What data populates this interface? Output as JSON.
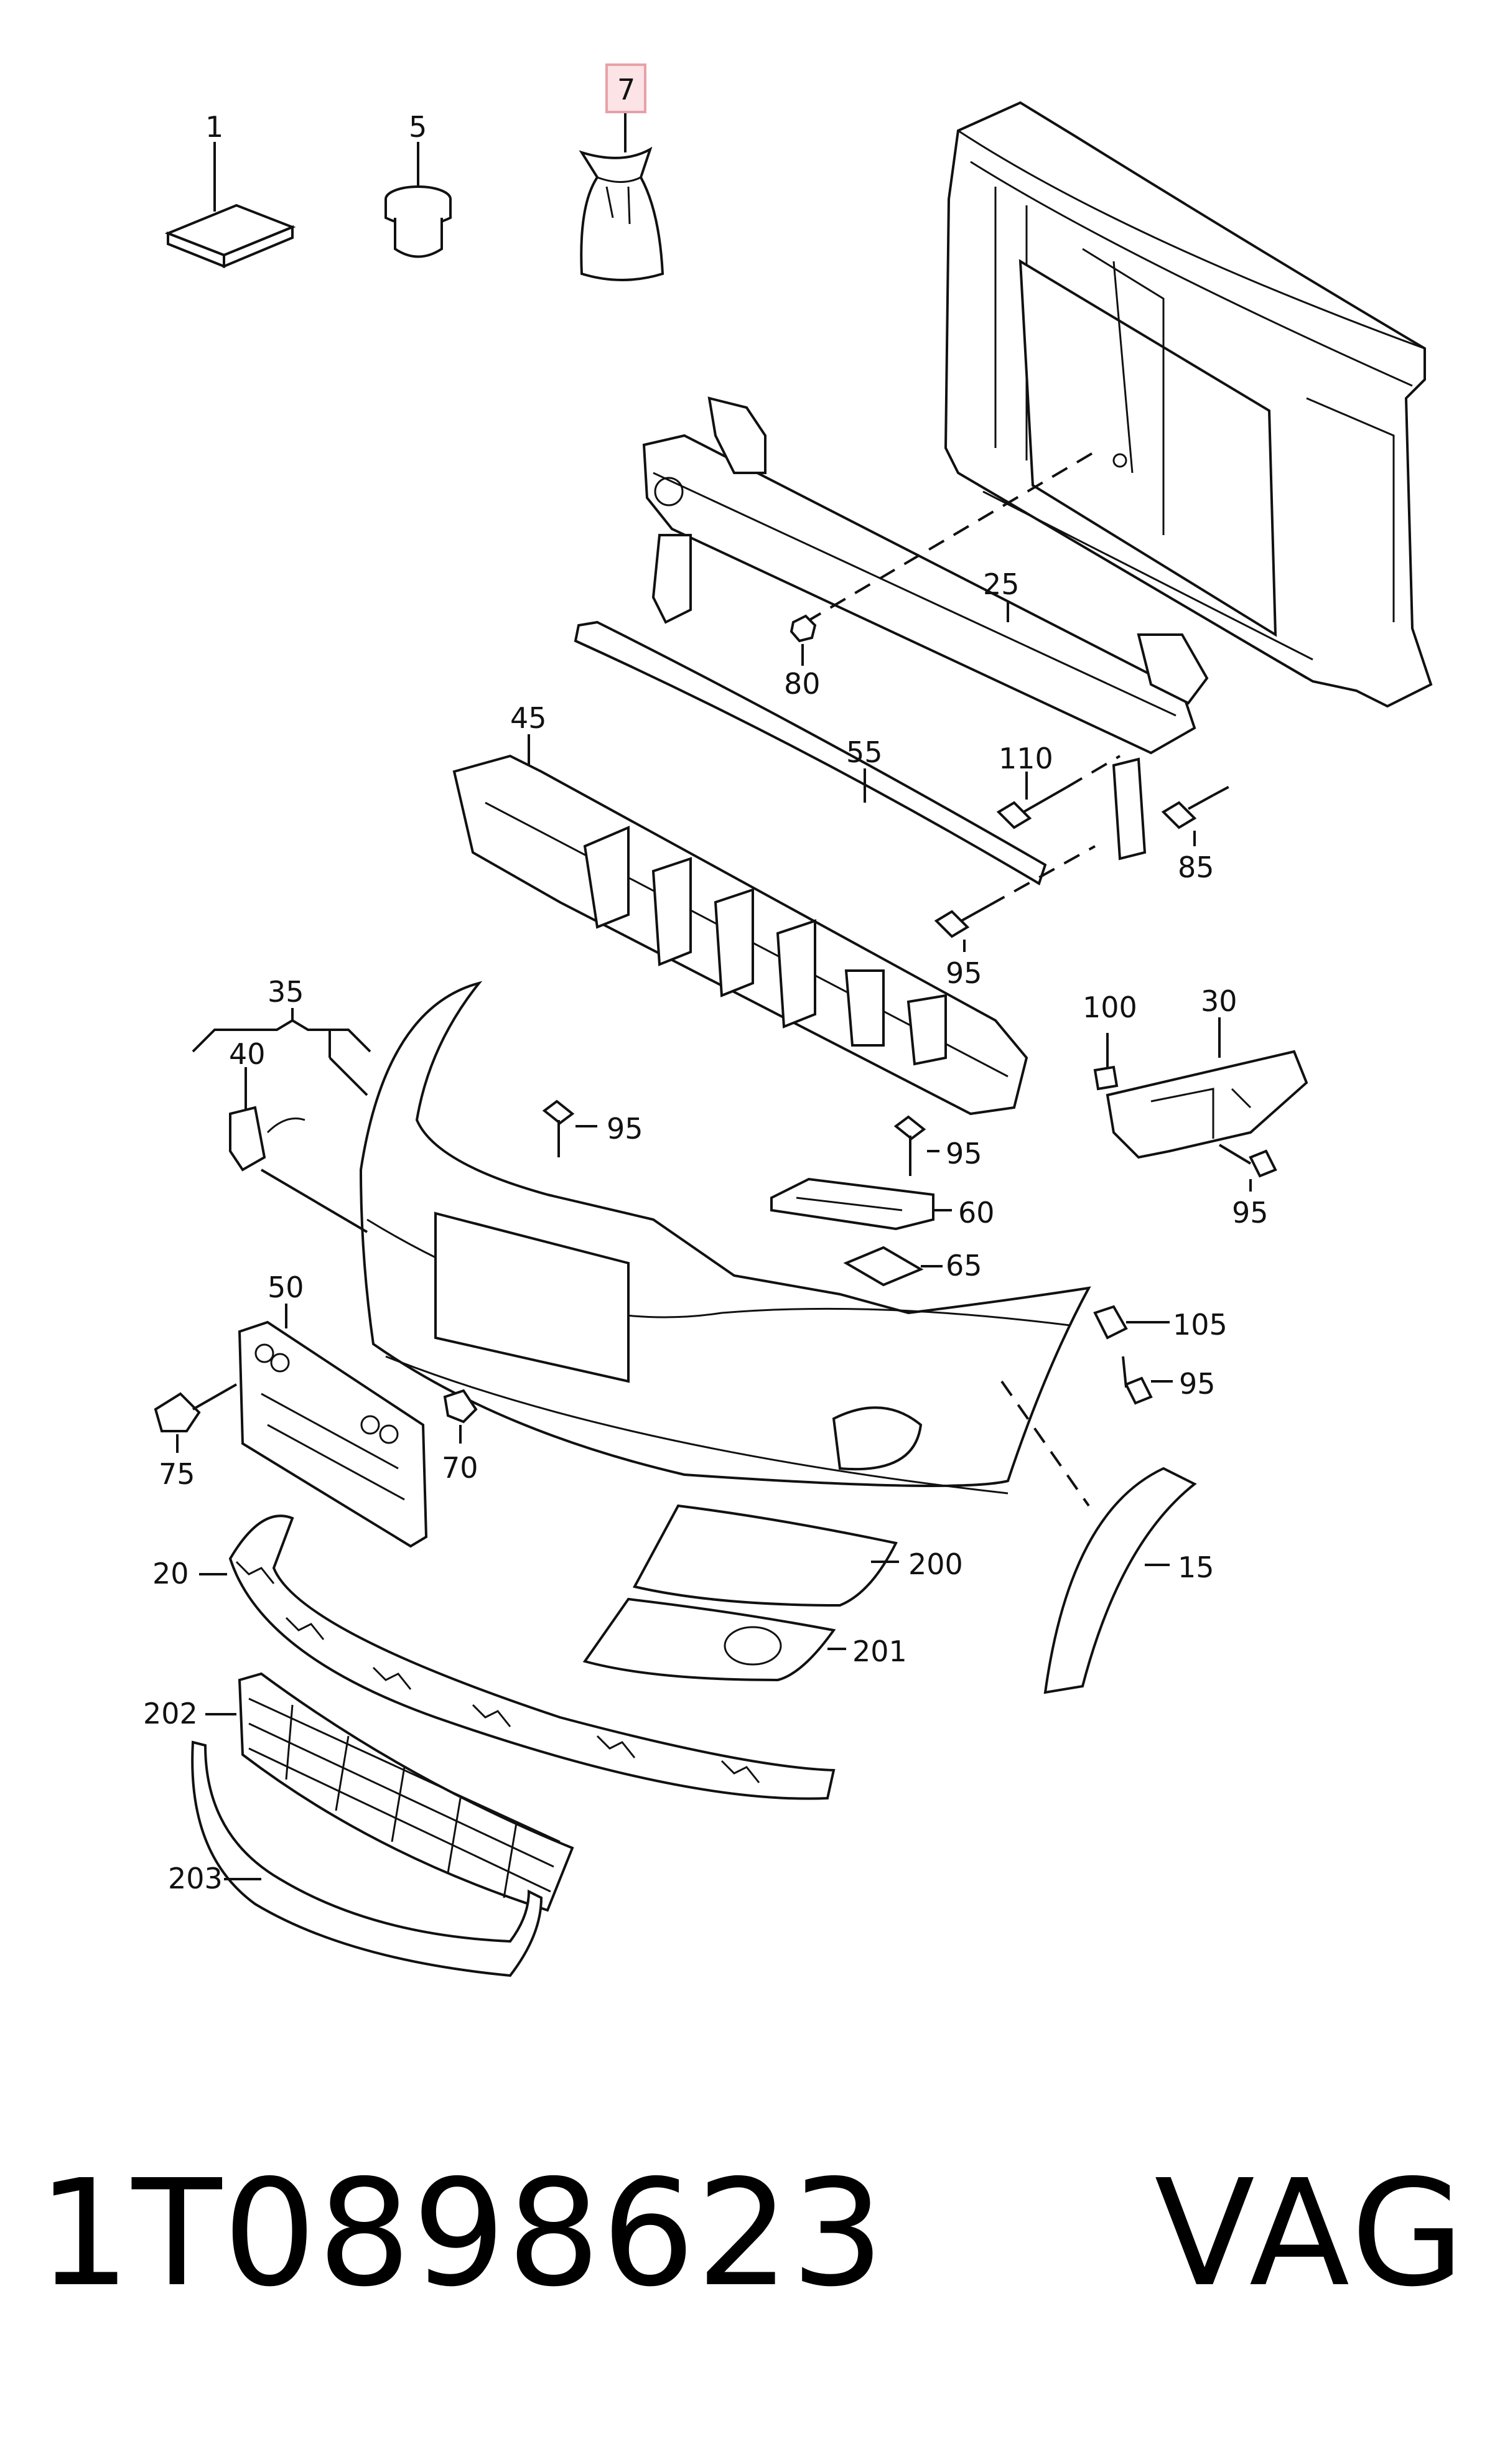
{
  "callouts": {
    "c1": "1",
    "c5": "5",
    "c7": "7",
    "c25": "25",
    "c80": "80",
    "c45": "45",
    "c55": "55",
    "c110": "110",
    "c85": "85",
    "c95_a": "95",
    "c35": "35",
    "c40": "40",
    "c95_b": "95",
    "c100": "100",
    "c30": "30",
    "c95_c": "95",
    "c60": "60",
    "c95_d": "95",
    "c65": "65",
    "c50": "50",
    "c105": "105",
    "c95_e": "95",
    "c75": "75",
    "c70": "70",
    "c20": "20",
    "c200": "200",
    "c15": "15",
    "c201": "201",
    "c202": "202",
    "c203": "203"
  },
  "highlight": {
    "callout": "7",
    "color": "#e8a0a8",
    "fill": "#fbe3e6"
  },
  "footer": {
    "part_number": "1T0898623",
    "brand": "VAG"
  }
}
